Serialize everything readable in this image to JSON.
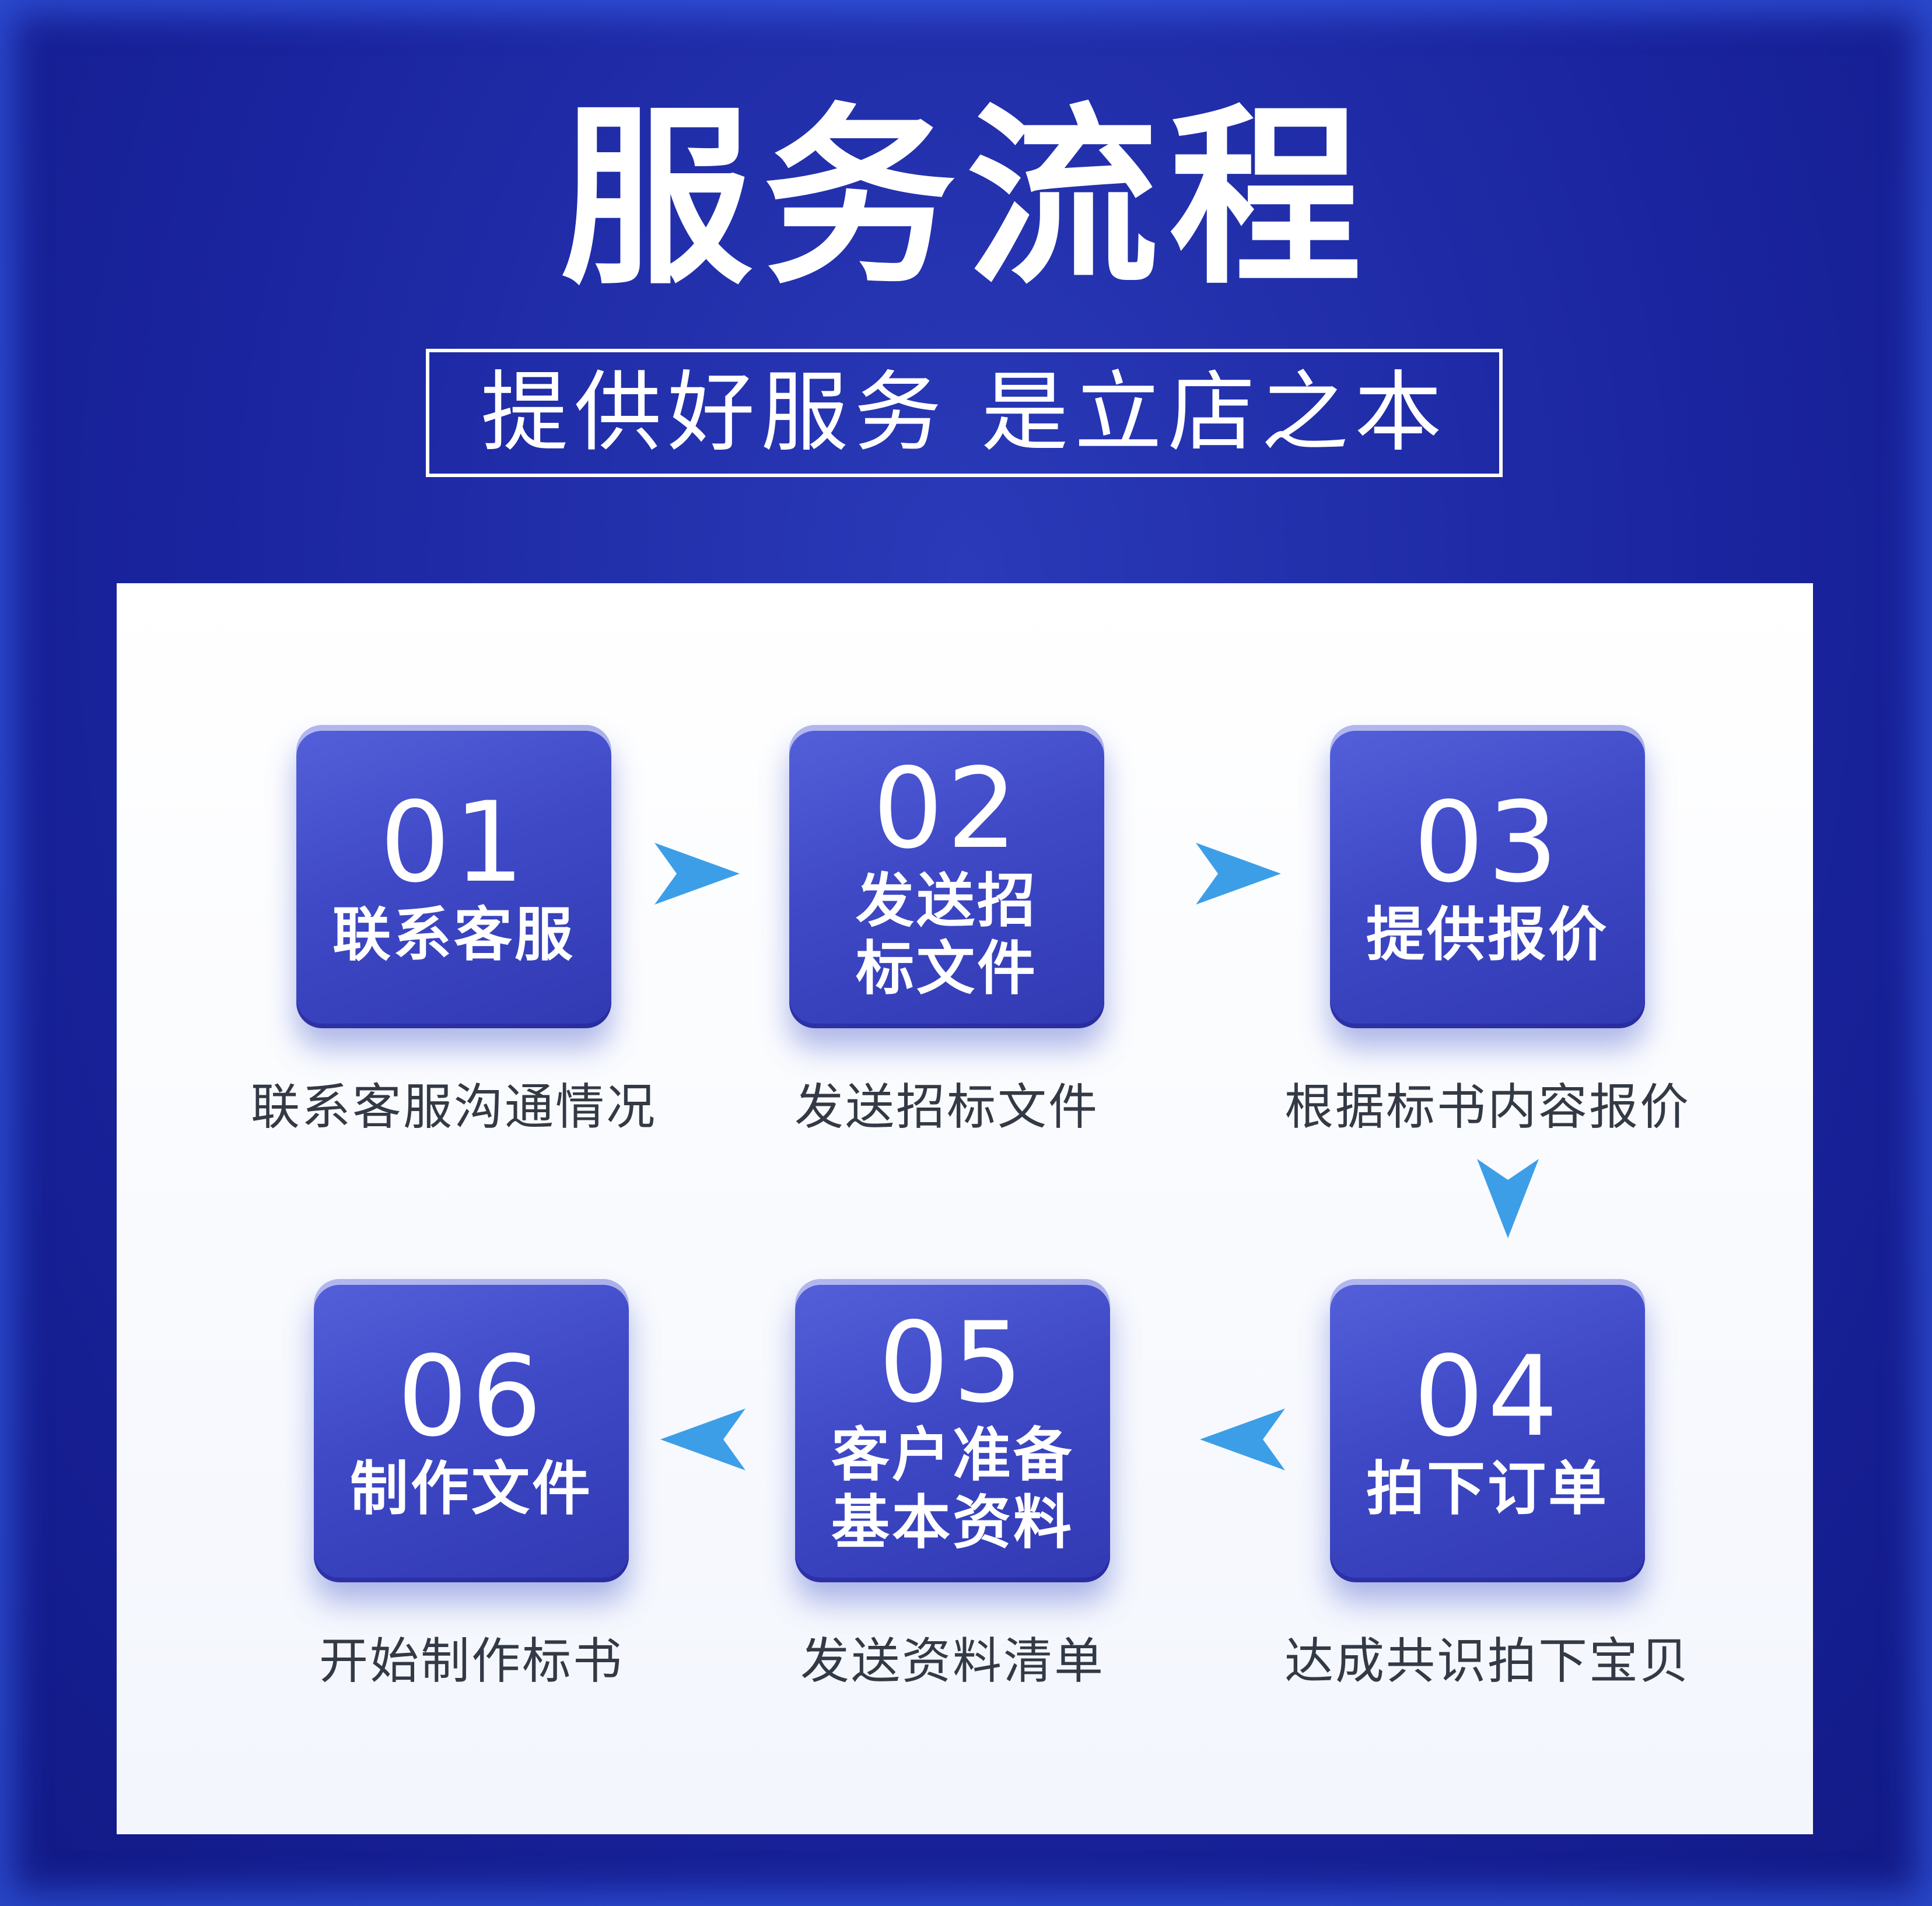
{
  "header": {
    "title": "服务流程",
    "subtitle": "提供好服务 是立店之本"
  },
  "steps": [
    {
      "number": "01",
      "label": "联系客服",
      "description": "联系客服沟通情况"
    },
    {
      "number": "02",
      "label": "发送招\n标文件",
      "description": "发送招标文件"
    },
    {
      "number": "03",
      "label": "提供报价",
      "description": "根据标书内容报价"
    },
    {
      "number": "04",
      "label": "拍下订单",
      "description": "达成共识拍下宝贝"
    },
    {
      "number": "05",
      "label": "客户准备\n基本资料",
      "description": "发送资料清单"
    },
    {
      "number": "06",
      "label": "制作文件",
      "description": "开始制作标书"
    }
  ],
  "colors": {
    "background": "#1a249e",
    "card": "#3f49c6",
    "arrow": "#3d9ee8",
    "panel": "#ffffff"
  },
  "icons": {
    "arrow_right": "arrow-right-icon",
    "arrow_left": "arrow-left-icon",
    "arrow_down": "arrow-down-icon"
  }
}
